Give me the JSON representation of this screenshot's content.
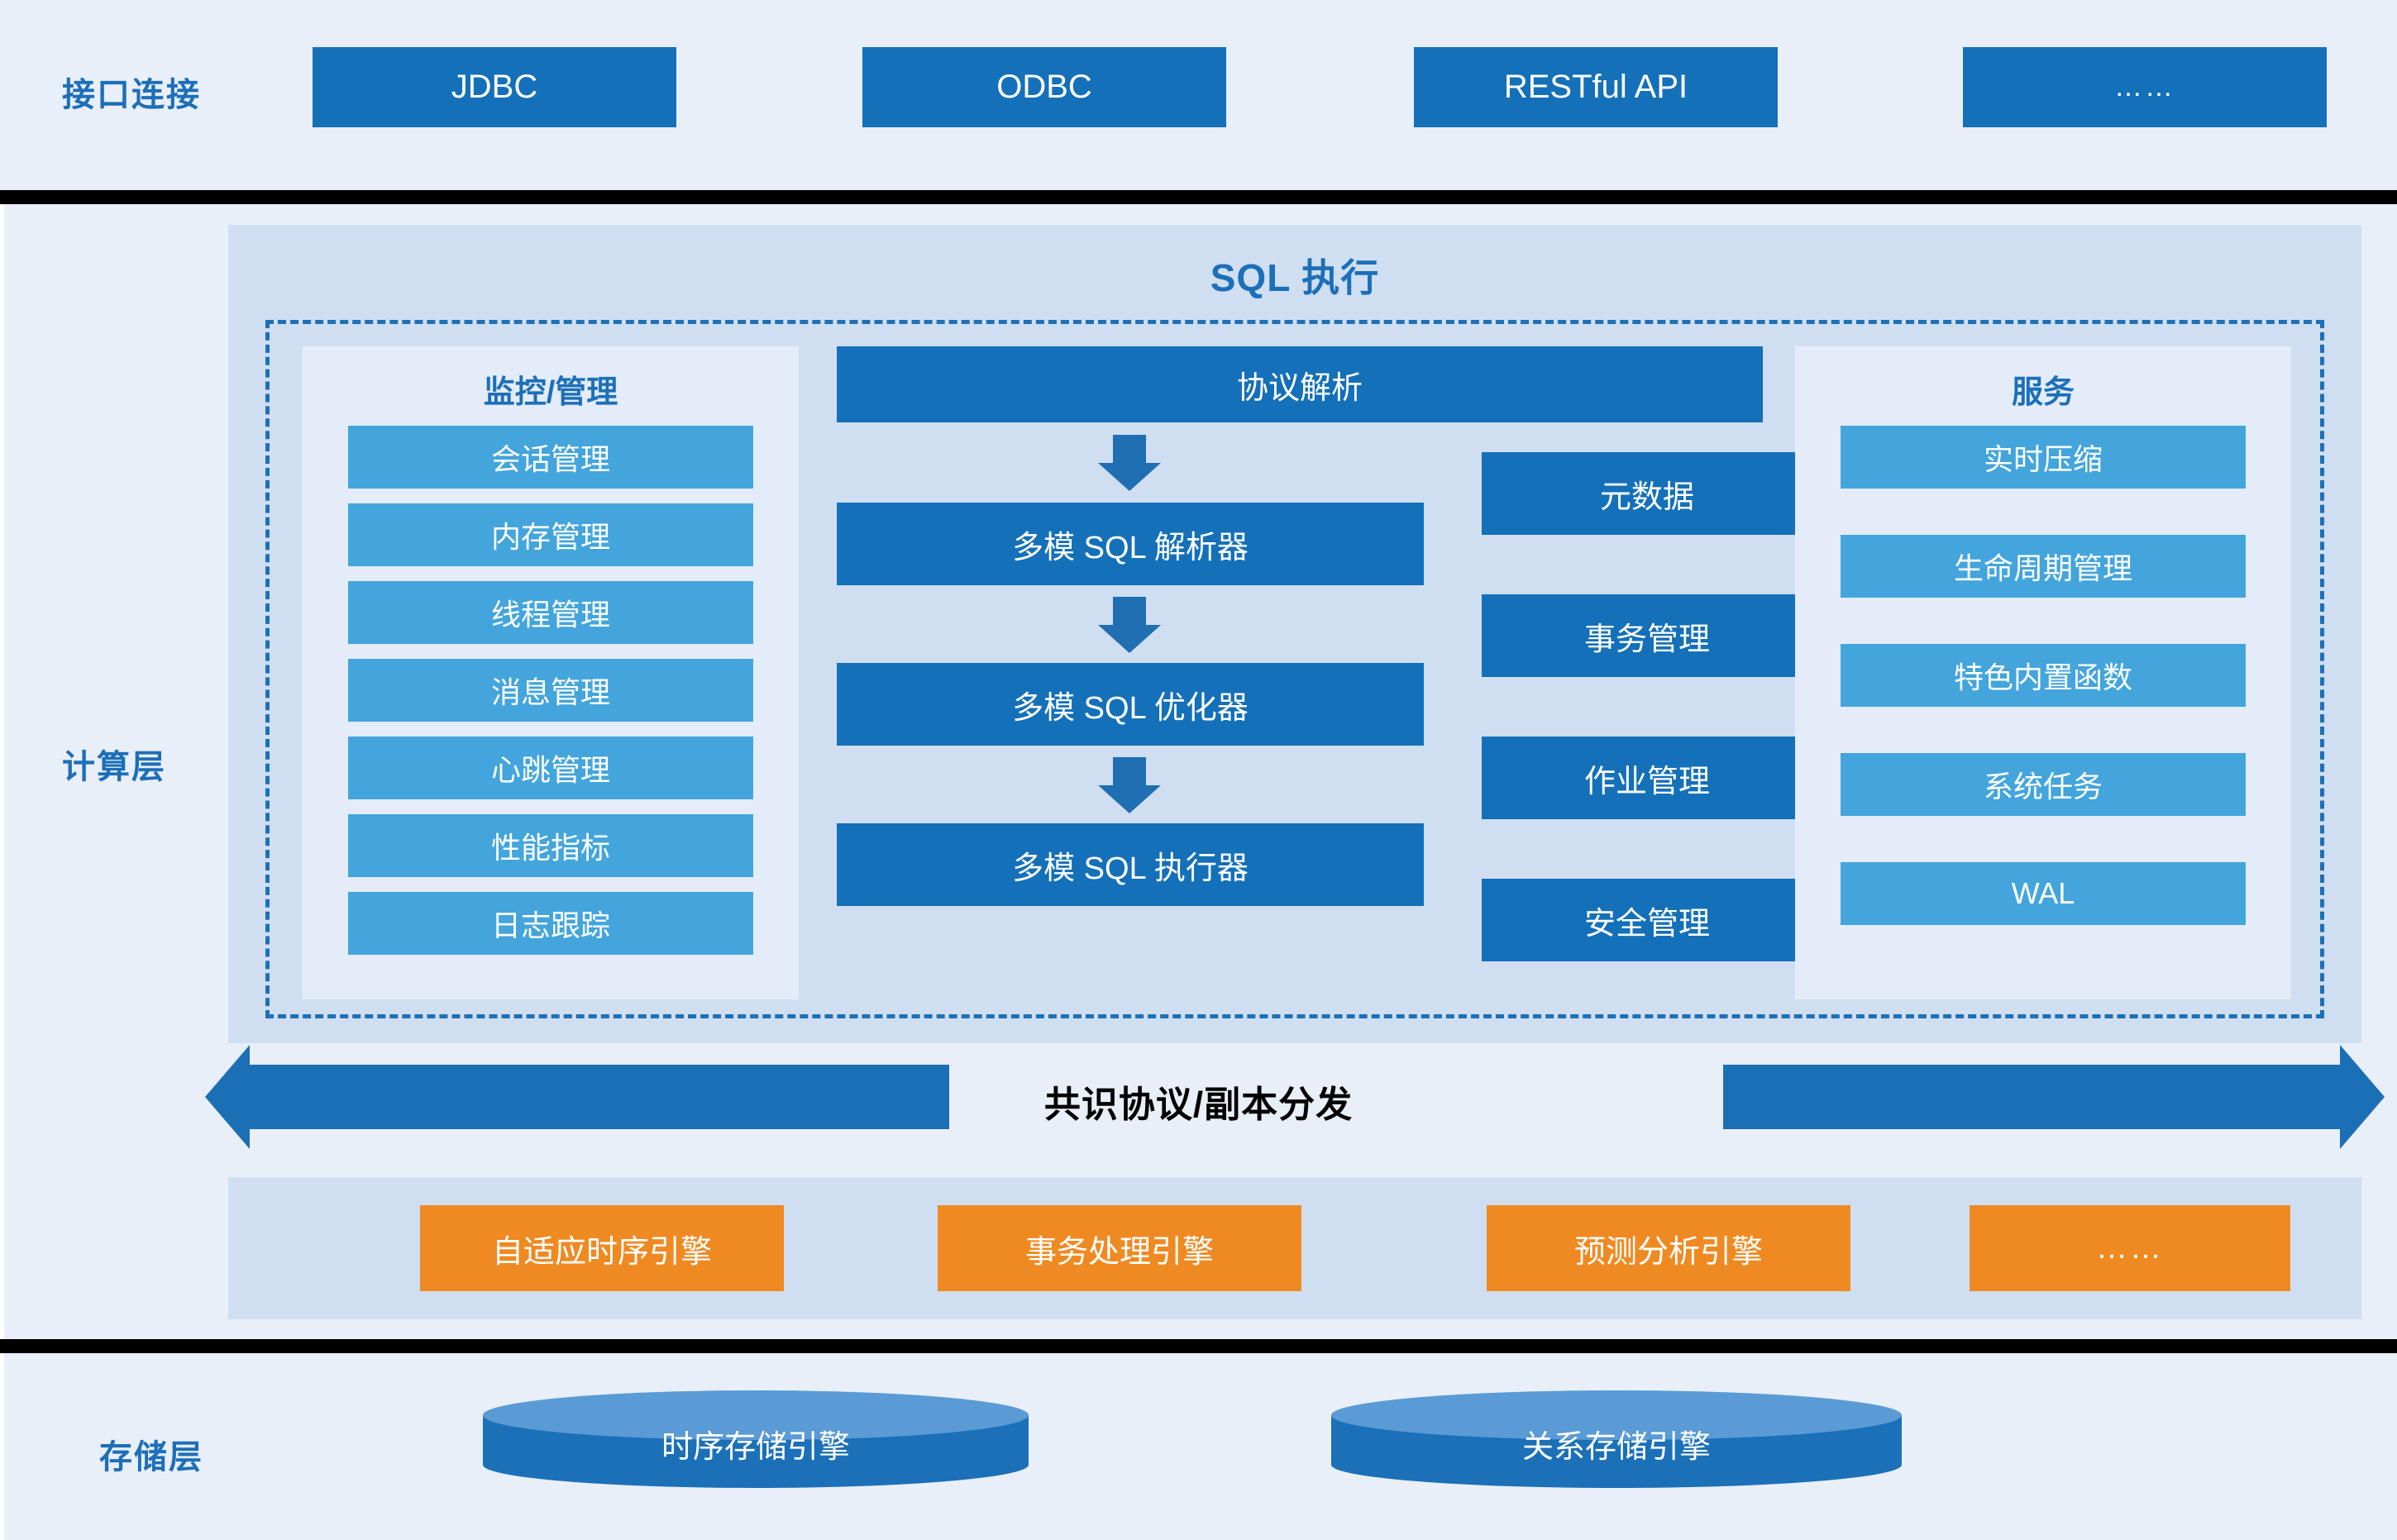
{
  "layers": {
    "interface": {
      "label": "接口连接",
      "items": [
        {
          "name": "jdbc",
          "label": "JDBC"
        },
        {
          "name": "odbc",
          "label": "ODBC"
        },
        {
          "name": "restful",
          "label": "RESTful API"
        },
        {
          "name": "more",
          "label": "……"
        }
      ]
    },
    "compute": {
      "label": "计算层",
      "sql_execution": {
        "title": "SQL 执行",
        "monitor_panel": {
          "title": "监控/管理",
          "items": [
            "会话管理",
            "内存管理",
            "线程管理",
            "消息管理",
            "心跳管理",
            "性能指标",
            "日志跟踪"
          ]
        },
        "flow": {
          "protocol_parse": "协议解析",
          "steps": [
            "多模 SQL 解析器",
            "多模 SQL 优化器",
            "多模 SQL 执行器"
          ]
        },
        "management_column": [
          "元数据",
          "事务管理",
          "作业管理",
          "安全管理"
        ],
        "services_panel": {
          "title": "服务",
          "items": [
            "实时压缩",
            "生命周期管理",
            "特色内置函数",
            "系统任务",
            "WAL"
          ]
        }
      },
      "consensus": {
        "label": "共识协议/副本分发"
      },
      "engines": [
        {
          "name": "adaptive-timeseries",
          "label": "自适应时序引擎"
        },
        {
          "name": "transaction",
          "label": "事务处理引擎"
        },
        {
          "name": "predictive-analysis",
          "label": "预测分析引擎"
        },
        {
          "name": "more",
          "label": "……"
        }
      ]
    },
    "storage": {
      "label": "存储层",
      "engines": [
        {
          "name": "timeseries-storage",
          "label": "时序存储引擎"
        },
        {
          "name": "relational-storage",
          "label": "关系存储引擎"
        }
      ]
    }
  },
  "colors": {
    "page_background": "#e9eff8",
    "panel_background": "#cfdff1",
    "subpanel_background": "#e3ecf8",
    "primary_blue": "#1470b8",
    "light_blue": "#43a5dc",
    "accent_orange": "#ef8a22",
    "cylinder_top": "#5a9bd5",
    "divider_black": "#000000",
    "title_blue": "#1c6fb8"
  }
}
